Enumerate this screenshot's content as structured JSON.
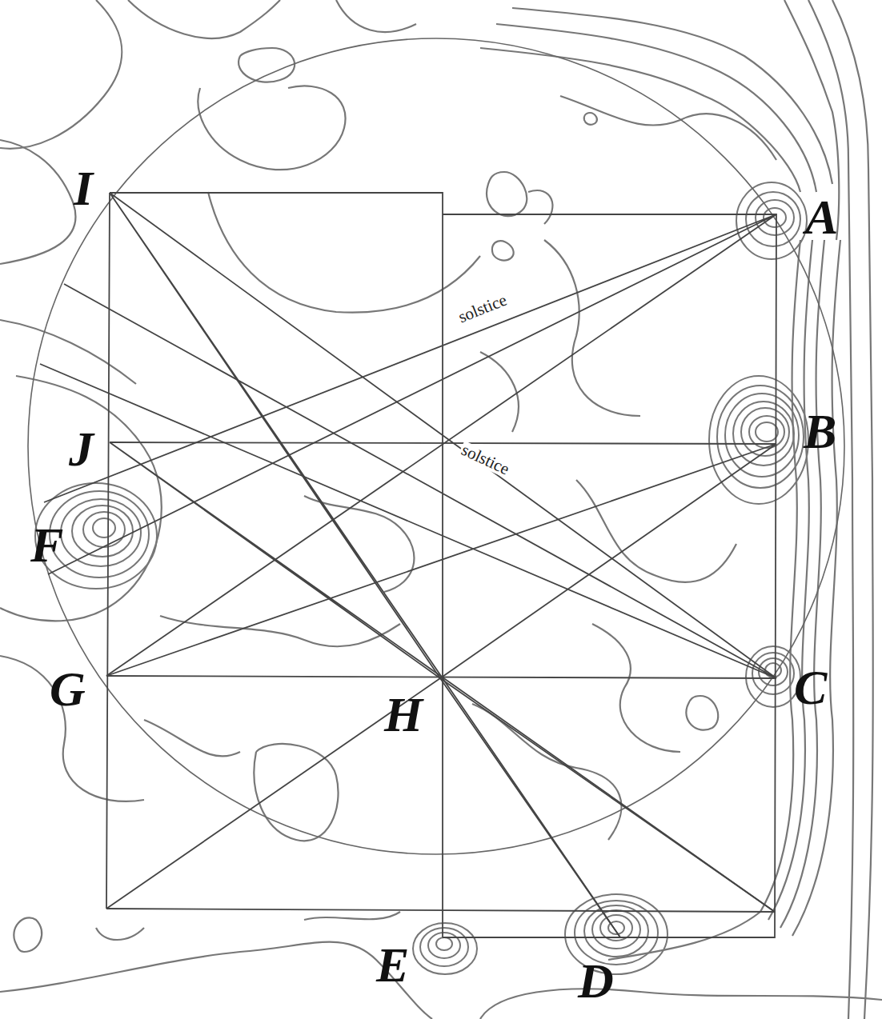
{
  "diagram": {
    "labels": [
      "I",
      "A",
      "solstice",
      "J",
      "B",
      "solstice",
      "F",
      "G",
      "H",
      "C",
      "E",
      "D"
    ]
  }
}
